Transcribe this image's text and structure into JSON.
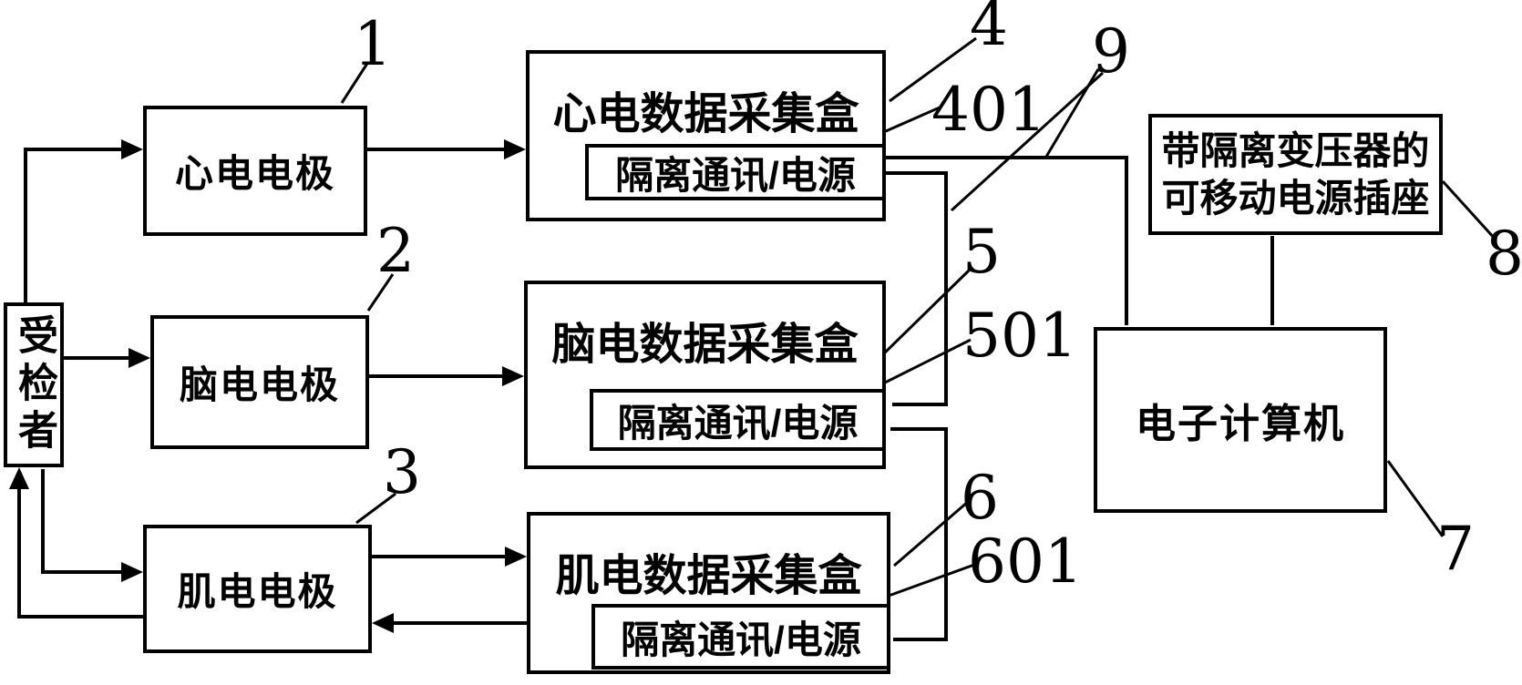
{
  "subject": {
    "label": "受检者"
  },
  "electrodes": [
    {
      "label": "心电电极",
      "ref": "1"
    },
    {
      "label": "脑电电极",
      "ref": "2"
    },
    {
      "label": "肌电电极",
      "ref": "3"
    }
  ],
  "collectors": [
    {
      "title": "心电数据采集盒",
      "ref": "4",
      "inner_label": "隔离通讯/电源",
      "inner_ref": "401"
    },
    {
      "title": "脑电数据采集盒",
      "ref": "5",
      "inner_label": "隔离通讯/电源",
      "inner_ref": "501"
    },
    {
      "title": "肌电数据采集盒",
      "ref": "6",
      "inner_label": "隔离通讯/电源",
      "inner_ref": "601"
    }
  ],
  "computer": {
    "label": "电子计算机",
    "ref": "7"
  },
  "power_socket": {
    "line1": "带隔离变压器的",
    "line2": "可移动电源插座",
    "ref": "8"
  },
  "cable_ref": "9",
  "colors": {
    "ink": "#000000",
    "background": "#ffffff"
  }
}
